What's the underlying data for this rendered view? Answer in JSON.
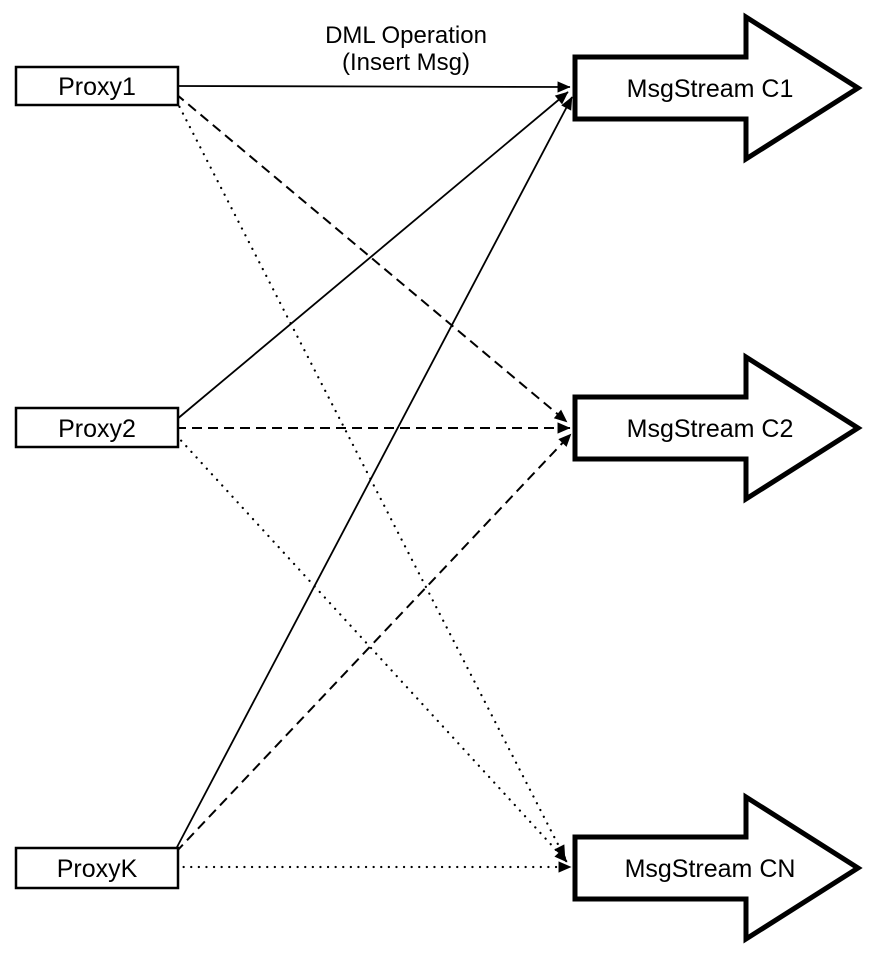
{
  "colors": {
    "background": "#ffffff",
    "stroke": "#000000",
    "node_fill": "#ffffff"
  },
  "annotation": {
    "line1": "DML Operation",
    "line2": "(Insert Msg)"
  },
  "proxies": [
    {
      "id": "proxy1",
      "label": "Proxy1"
    },
    {
      "id": "proxy2",
      "label": "Proxy2"
    },
    {
      "id": "proxyk",
      "label": "ProxyK"
    }
  ],
  "streams": [
    {
      "id": "c1",
      "label": "MsgStream C1"
    },
    {
      "id": "c2",
      "label": "MsgStream C2"
    },
    {
      "id": "cn",
      "label": "MsgStream CN"
    }
  ],
  "edges": [
    {
      "from": "proxy1",
      "to": "c1",
      "style": "solid"
    },
    {
      "from": "proxy2",
      "to": "c1",
      "style": "solid"
    },
    {
      "from": "proxyk",
      "to": "c1",
      "style": "solid"
    },
    {
      "from": "proxy1",
      "to": "c2",
      "style": "dashed"
    },
    {
      "from": "proxy2",
      "to": "c2",
      "style": "dashed"
    },
    {
      "from": "proxyk",
      "to": "c2",
      "style": "dashed"
    },
    {
      "from": "proxy1",
      "to": "cn",
      "style": "dotted"
    },
    {
      "from": "proxy2",
      "to": "cn",
      "style": "dotted"
    },
    {
      "from": "proxyk",
      "to": "cn",
      "style": "dotted"
    }
  ]
}
